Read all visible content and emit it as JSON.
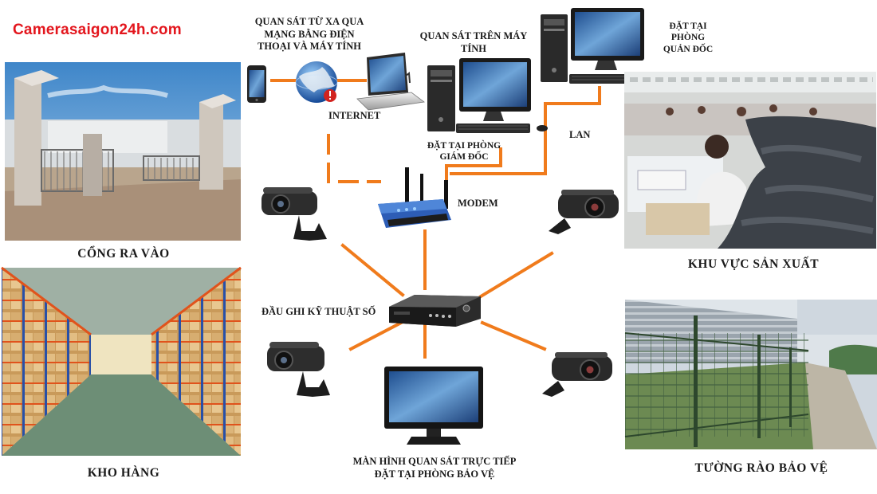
{
  "brand": "Camerasaigon24h.com",
  "labels": {
    "remote": "QUAN SÁT TỪ XA QUA\nMẠNG BẰNG ĐIỆN\nTHOẠI VÀ MÁY TÍNH",
    "computer": "QUAN SÁT TRÊN MÁY\nTÍNH",
    "workshop_office": "ĐẶT TẠI\nPHÒNG\nQUẢN ĐỐC",
    "internet": "INTERNET",
    "director_office": "ĐẶT TẠI PHÒNG\nGIÁM ĐỐC",
    "lan": "LAN",
    "modem": "MODEM",
    "dvr": "ĐẦU GHI KỸ THUẬT SỐ",
    "monitor": "MÀN HÌNH QUAN SÁT TRỰC TIẾP\nĐẶT TẠI PHÒNG BẢO VỆ",
    "gate": "CỔNG RA VÀO",
    "warehouse": "KHO HÀNG",
    "production": "KHU VỰC SẢN XUẤT",
    "fence": "TƯỜNG RÀO BẢO VỆ"
  },
  "colors": {
    "brand": "#e3161d",
    "link": "#f07b1c"
  }
}
